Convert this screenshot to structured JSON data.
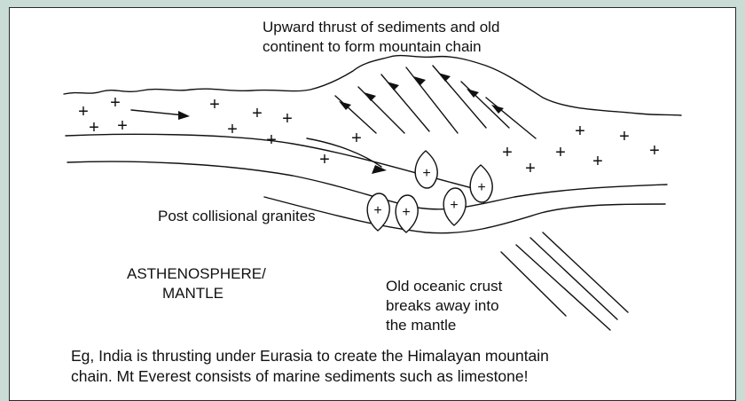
{
  "colors": {
    "frame_background": "#c9dcd6",
    "panel_background": "#ffffff",
    "ink": "#111111"
  },
  "labels": {
    "upward_thrust_line1": "Upward thrust of sediments and old",
    "upward_thrust_line2": "continent to form mountain chain",
    "post_collisional": "Post collisional granites",
    "asthenosphere_line1": "ASTHENOSPHERE/",
    "asthenosphere_line2": "MANTLE",
    "oceanic_line1": "Old oceanic crust",
    "oceanic_line2": "breaks away into",
    "oceanic_line3": "the mantle"
  },
  "caption": {
    "line1": "Eg, India is thrusting under Eurasia to create the Himalayan mountain",
    "line2": "chain. Mt Everest consists of marine sediments such as limestone!"
  },
  "symbols": {
    "plus": "+"
  }
}
